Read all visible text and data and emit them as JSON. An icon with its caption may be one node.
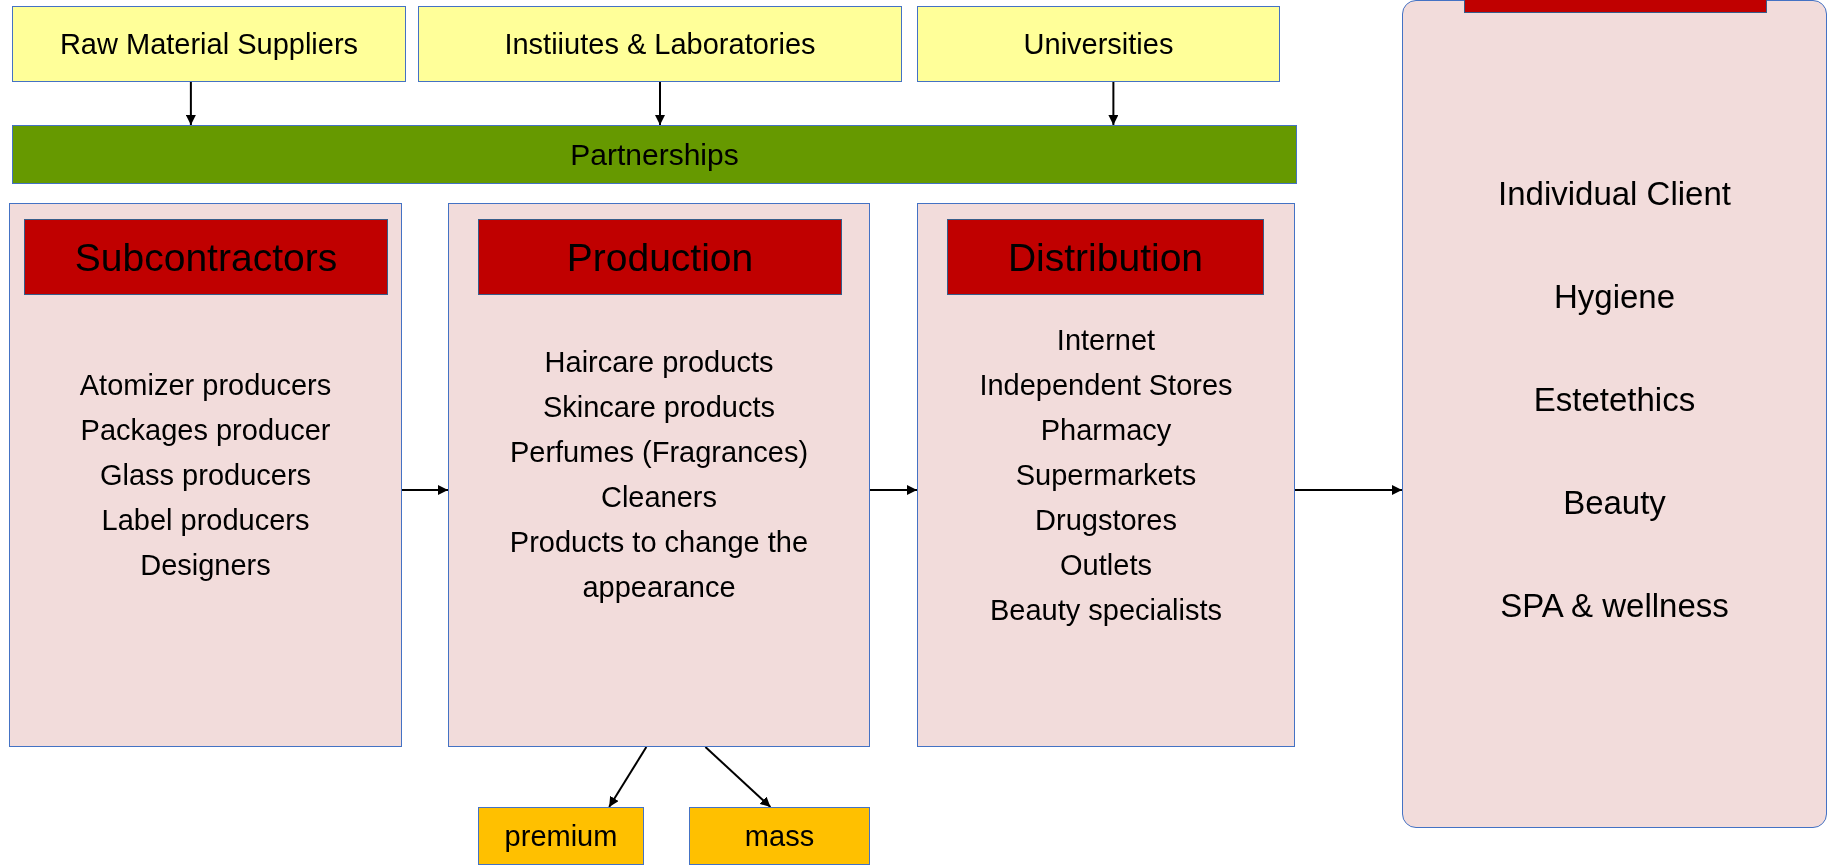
{
  "diagram": {
    "nodes": [
      {
        "text": [
          "Raw Material Suppliers"
        ]
      },
      {
        "text": [
          "Instiiutes & Laboratories"
        ]
      },
      {
        "text": [
          "Universities"
        ]
      },
      {
        "text": [
          "Partnerships"
        ]
      },
      {
        "text": [
          "Atomizer producers",
          "Packages producer",
          "Glass producers",
          "Label producers",
          "Designers"
        ]
      },
      {
        "text": [
          "Subcontractors"
        ],
        "in": 4
      },
      {
        "text": [
          "Haircare products",
          "Skincare products",
          "Perfumes (Fragrances)",
          "Cleaners",
          "Products to change the appearance"
        ]
      },
      {
        "text": [
          "Production"
        ],
        "in": 6
      },
      {
        "text": [
          "Internet",
          "Independent Stores",
          "Pharmacy",
          "Supermarkets",
          "Drugstores",
          "Outlets",
          "Beauty specialists"
        ]
      },
      {
        "text": [
          "Distribution"
        ],
        "in": 8
      },
      {
        "text": [
          "Individual Client",
          "Hygiene",
          "Estetethics",
          "Beauty",
          "SPA & wellness"
        ]
      },
      {
        "text": [],
        "shape": "box",
        "in": 10
      },
      {
        "text": [
          "premium"
        ]
      },
      {
        "text": [
          "mass"
        ]
      }
    ],
    "edges": [
      {
        "from": 0,
        "to": 3,
        "arrow": "to"
      },
      {
        "from": 1,
        "to": 3,
        "arrow": "to"
      },
      {
        "from": 2,
        "to": 3,
        "arrow": "to"
      },
      {
        "from": 4,
        "to": 6,
        "arrow": "to"
      },
      {
        "from": 6,
        "to": 8,
        "arrow": "to"
      },
      {
        "from": 8,
        "to": 10,
        "arrow": "to"
      },
      {
        "from": 6,
        "to": 12,
        "arrow": "to"
      },
      {
        "from": 6,
        "to": 13,
        "arrow": "to"
      }
    ]
  }
}
